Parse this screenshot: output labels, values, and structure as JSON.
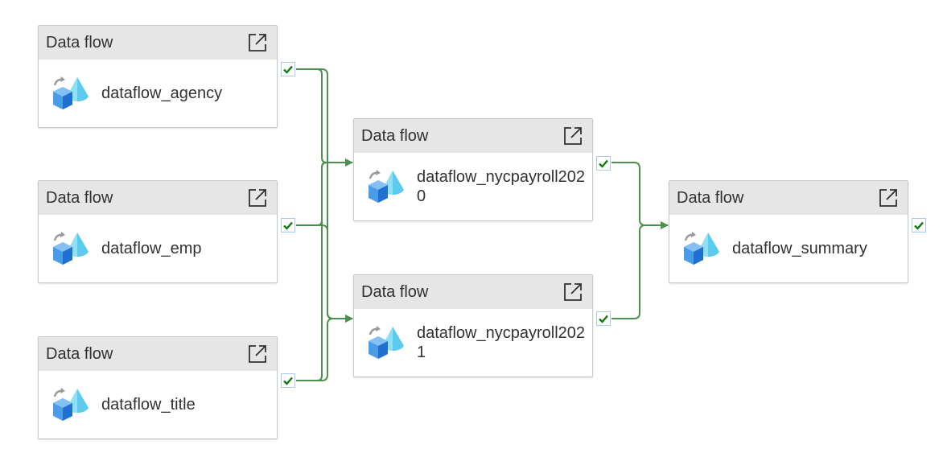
{
  "colors": {
    "connector": "#4d8f4f",
    "success_check": "#107c10",
    "header_bg": "#e6e6e6",
    "border": "#c8c8c8"
  },
  "activities": [
    {
      "id": "agency",
      "type_label": "Data flow",
      "name": "dataflow_agency",
      "icon": "dataflow-icon",
      "open_icon": "open-external-icon",
      "status_icon": "success-check-icon"
    },
    {
      "id": "emp",
      "type_label": "Data flow",
      "name": "dataflow_emp",
      "icon": "dataflow-icon",
      "open_icon": "open-external-icon",
      "status_icon": "success-check-icon"
    },
    {
      "id": "title",
      "type_label": "Data flow",
      "name": "dataflow_title",
      "icon": "dataflow-icon",
      "open_icon": "open-external-icon",
      "status_icon": "success-check-icon"
    },
    {
      "id": "nyc2020",
      "type_label": "Data flow",
      "name": "dataflow_nycpayroll2020",
      "icon": "dataflow-icon",
      "open_icon": "open-external-icon",
      "status_icon": "success-check-icon"
    },
    {
      "id": "nyc2021",
      "type_label": "Data flow",
      "name": "dataflow_nycpayroll2021",
      "icon": "dataflow-icon",
      "open_icon": "open-external-icon",
      "status_icon": "success-check-icon"
    },
    {
      "id": "summary",
      "type_label": "Data flow",
      "name": "dataflow_summary",
      "icon": "dataflow-icon",
      "open_icon": "open-external-icon",
      "status_icon": "success-check-icon"
    }
  ],
  "dependencies": [
    {
      "from": "agency",
      "to": "nyc2020",
      "condition": "Succeeded"
    },
    {
      "from": "emp",
      "to": "nyc2020",
      "condition": "Succeeded"
    },
    {
      "from": "title",
      "to": "nyc2020",
      "condition": "Succeeded"
    },
    {
      "from": "agency",
      "to": "nyc2021",
      "condition": "Succeeded"
    },
    {
      "from": "emp",
      "to": "nyc2021",
      "condition": "Succeeded"
    },
    {
      "from": "title",
      "to": "nyc2021",
      "condition": "Succeeded"
    },
    {
      "from": "nyc2020",
      "to": "summary",
      "condition": "Succeeded"
    },
    {
      "from": "nyc2021",
      "to": "summary",
      "condition": "Succeeded"
    }
  ]
}
